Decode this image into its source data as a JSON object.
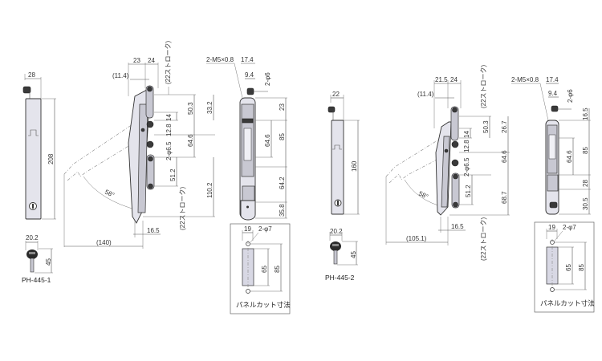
{
  "drawing": {
    "variant_1": {
      "model": "PH-445-1",
      "front_view": {
        "width": "28",
        "height": "208"
      },
      "key": {
        "width": "20.2",
        "length": "45"
      },
      "side_view": {
        "top_widths": [
          "23",
          "24"
        ],
        "offset": "(11.4)",
        "stroke_top": "(22ストローク)",
        "stroke_bottom": "(22ストローク)",
        "dims_inner": [
          "14",
          "12.8",
          "2-φ6.5",
          "51.2"
        ],
        "dims_right": [
          "50.3",
          "64.6",
          "110.2"
        ],
        "dim_top_right": "33.2",
        "angle": "58°",
        "reach": "(140)",
        "bottom_offset": "16.5"
      },
      "rear_view": {
        "thread": "2-M5×0.8",
        "widths": [
          "17.4",
          "9.4"
        ],
        "hole": "2-φ6",
        "dims_inner": [
          "64.6"
        ],
        "dims_right": [
          "23",
          "85",
          "64.2",
          "35.8"
        ]
      },
      "panel_cut": {
        "width": "19",
        "holes": "2-φ7",
        "inner_height": "65",
        "outer_height": "85",
        "caption": "パネルカット寸法"
      }
    },
    "variant_2": {
      "model": "PH-445-2",
      "front_view": {
        "width": "22",
        "height": "160"
      },
      "key": {
        "width": "20.2",
        "length": "45"
      },
      "side_view": {
        "top_widths": [
          "21.5",
          "24"
        ],
        "offset": "(11.4)",
        "stroke_top": "(22ストローク)",
        "stroke_bottom": "(22ストローク)",
        "dims_inner": [
          "14",
          "12.8",
          "2-φ6.5",
          "51.2"
        ],
        "dims_right": [
          "50.3",
          "26.7",
          "64.6",
          "68.7"
        ],
        "angle": "58°",
        "reach": "(105.1)",
        "bottom_offset": "16.5"
      },
      "rear_view": {
        "thread": "2-M5×0.8",
        "widths": [
          "17.4",
          "9.4"
        ],
        "hole": "2-φ6",
        "dims_inner": [
          "64.6"
        ],
        "dims_right": [
          "16.5",
          "85",
          "28",
          "30.5"
        ]
      },
      "panel_cut": {
        "width": "19",
        "holes": "2-φ7",
        "inner_height": "65",
        "outer_height": "85",
        "caption": "パネルカット寸法"
      }
    }
  }
}
